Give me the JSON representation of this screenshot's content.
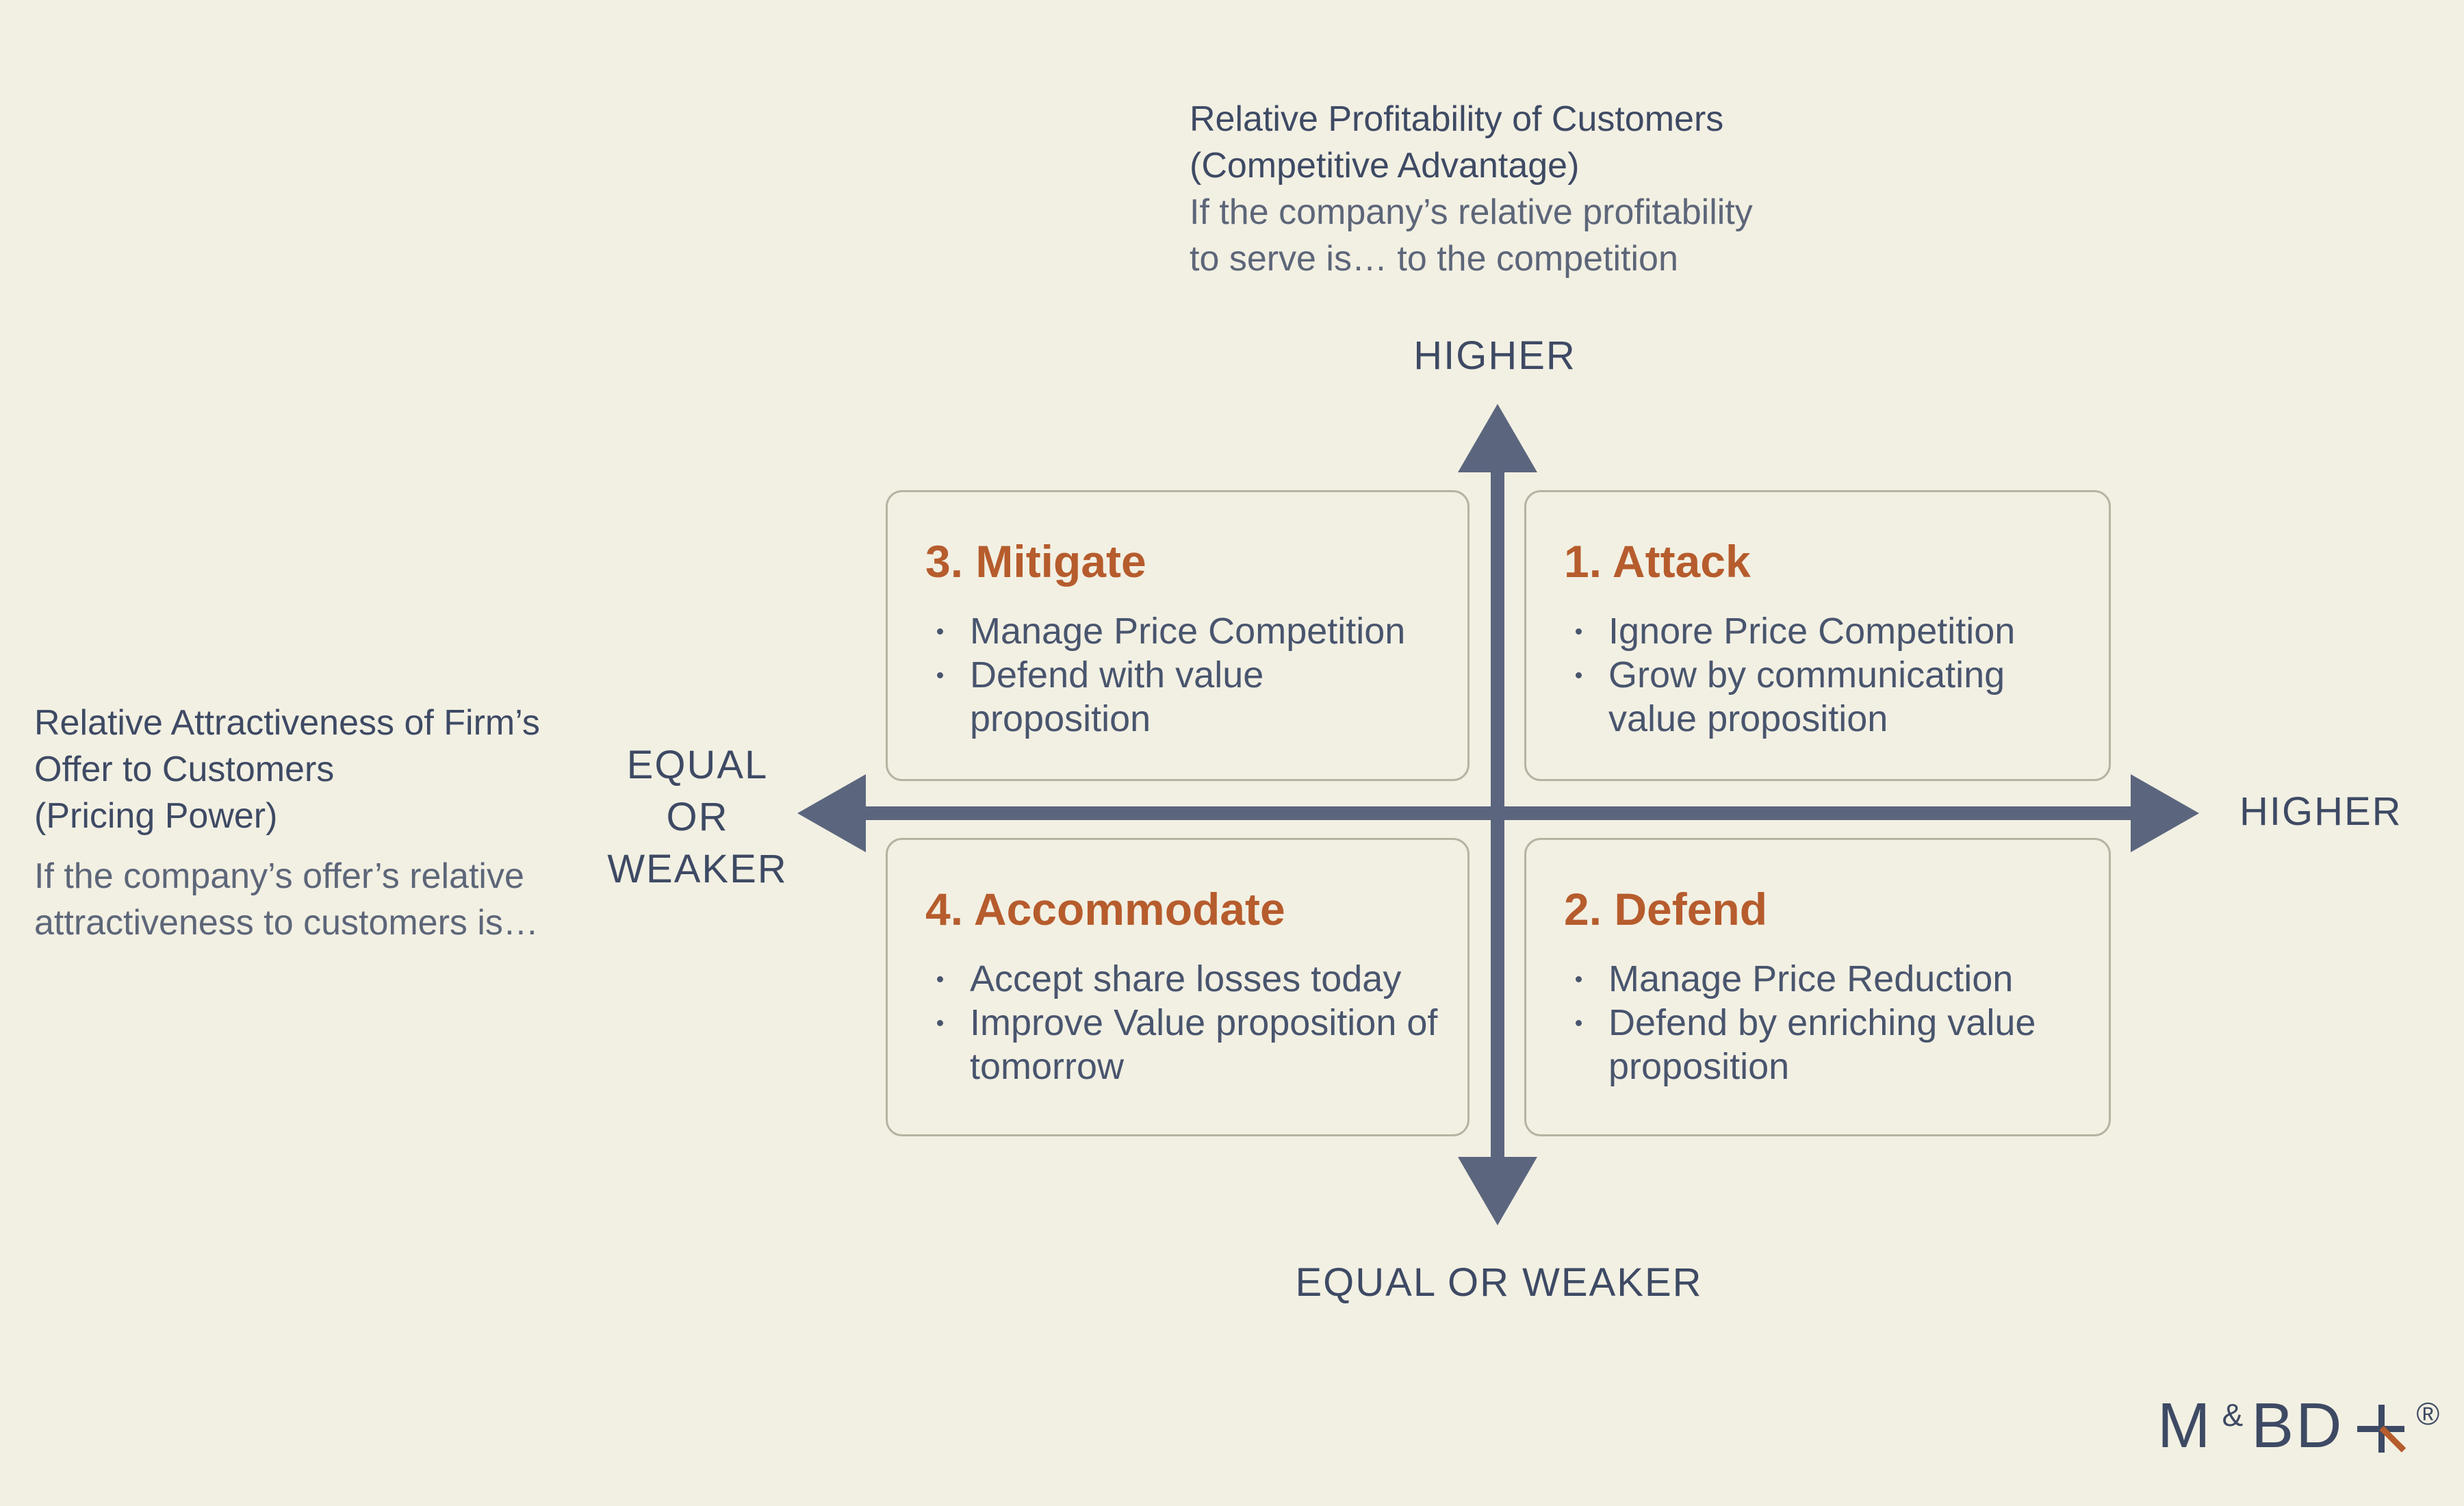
{
  "colors": {
    "background": "#f2f0e3",
    "navy_text": "#3e4a64",
    "body_text": "#49556e",
    "muted_text": "#5d6679",
    "accent_orange": "#b65c2d",
    "arrow": "#5b667e",
    "box_border": "#b6b3a2"
  },
  "vertical_axis": {
    "title_lines": [
      "Relative Profitability of Customers",
      "(Competitive Advantage)"
    ],
    "subtitle_lines": [
      "If the company’s relative profitability",
      "to serve is… to the competition"
    ],
    "top_label": "HIGHER",
    "bottom_label": "EQUAL OR WEAKER"
  },
  "horizontal_axis": {
    "title_lines": [
      "Relative Attractiveness of Firm’s",
      "Offer to Customers",
      "(Pricing Power)"
    ],
    "subtitle_lines": [
      "If the company’s offer’s relative",
      "attractiveness to customers is…"
    ],
    "left_label_lines": [
      "EQUAL",
      "OR",
      "WEAKER"
    ],
    "right_label": "HIGHER"
  },
  "quadrants": [
    {
      "position": "top-left",
      "title": "3. Mitigate",
      "bullets": [
        "Manage Price Competition",
        "Defend with value proposition"
      ]
    },
    {
      "position": "top-right",
      "title": "1. Attack",
      "bullets": [
        "Ignore Price Competition",
        "Grow by communicating value proposition"
      ]
    },
    {
      "position": "bottom-left",
      "title": "4. Accommodate",
      "bullets": [
        "Accept share losses today",
        "Improve Value proposition of tomorrow"
      ]
    },
    {
      "position": "bottom-right",
      "title": "2. Defend",
      "bullets": [
        "Manage Price Reduction",
        "Defend by enriching value proposition"
      ]
    }
  ],
  "logo": {
    "part1": "M",
    "ampersand": "&",
    "part2": "BD",
    "registered": "®"
  }
}
